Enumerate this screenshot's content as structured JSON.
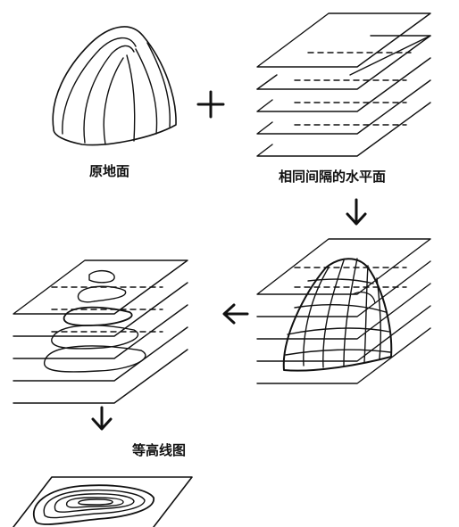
{
  "labels": {
    "original_ground": "原地面",
    "equal_interval_planes": "相同间隔的水平面",
    "contour_map": "等高线图"
  },
  "symbols": {
    "plus": "+",
    "arrow_down": "↓",
    "arrow_left": "←"
  },
  "colors": {
    "ink": "#111111",
    "background": "#ffffff"
  }
}
